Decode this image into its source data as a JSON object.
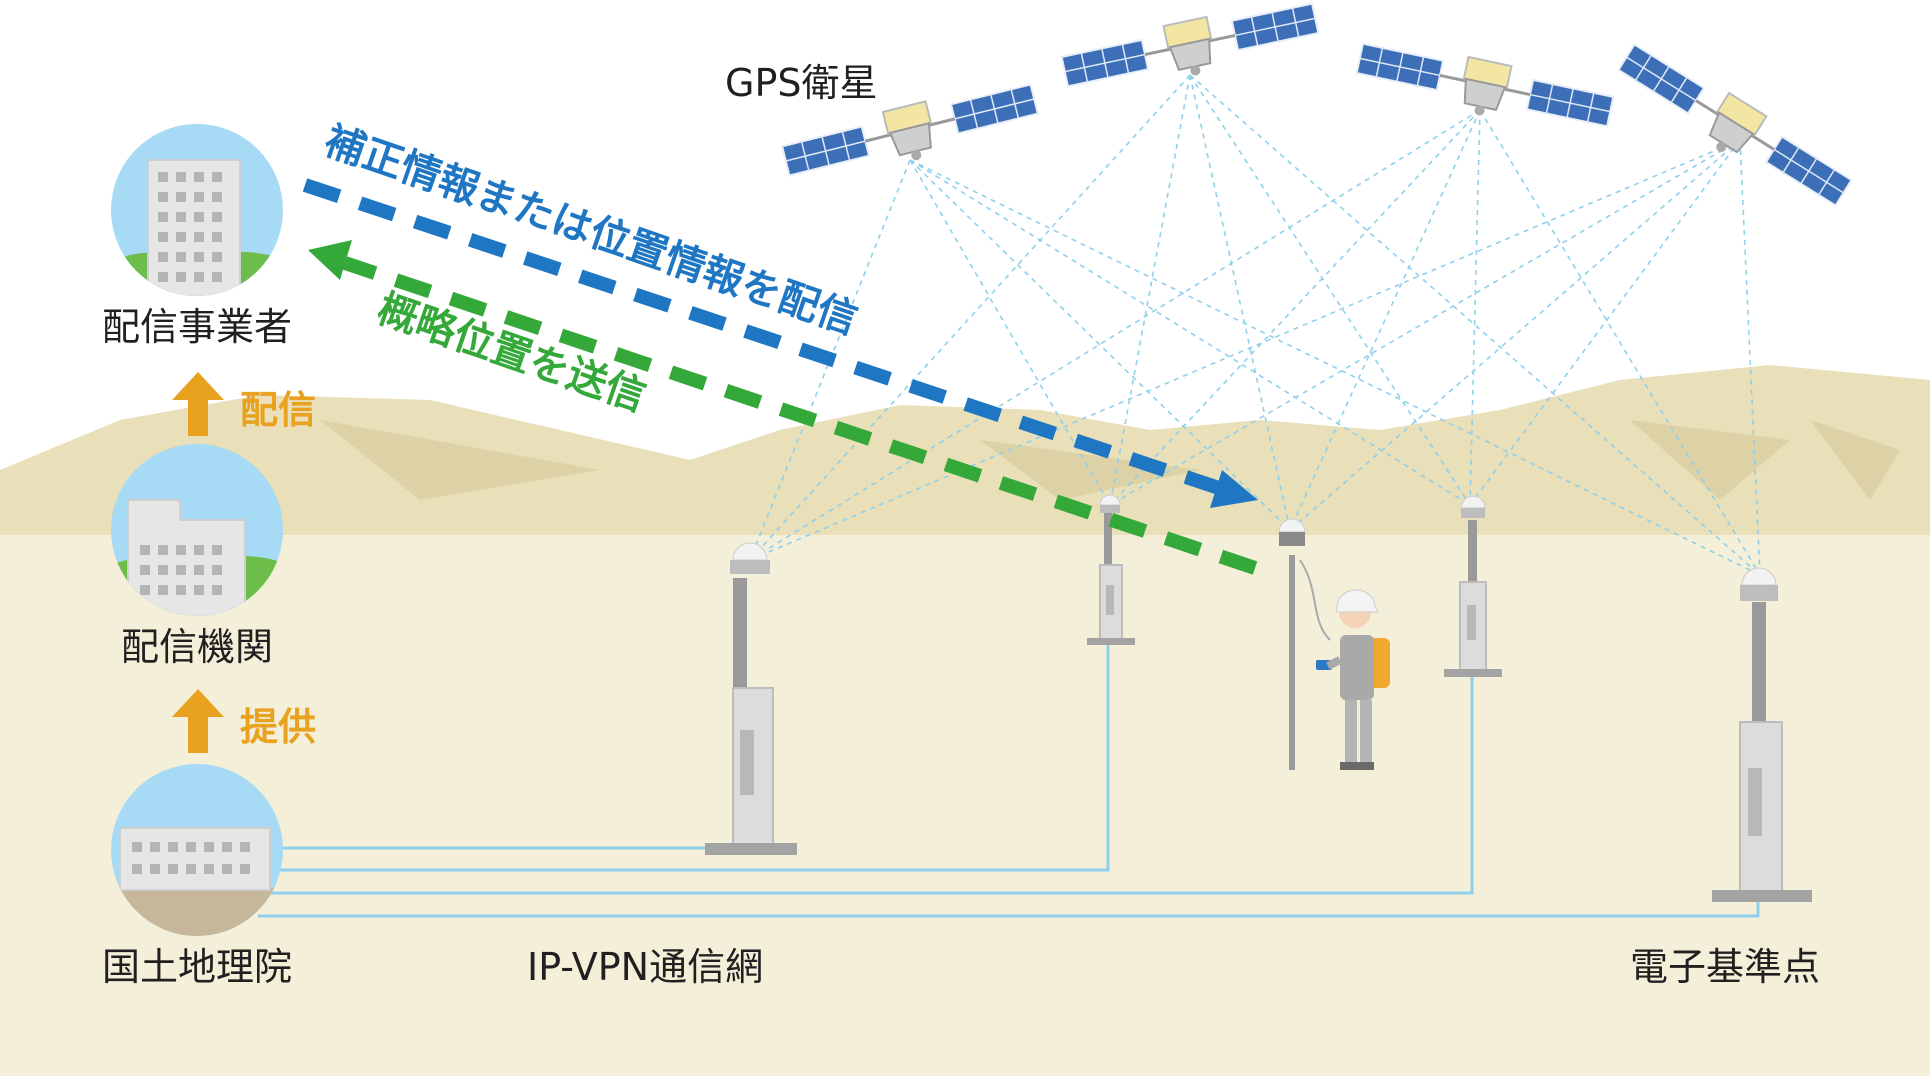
{
  "labels": {
    "gps_satellites": "GPS衛星",
    "distributor": "配信事業者",
    "distribution_agency": "配信機関",
    "gsi": "国土地理院",
    "network": "IP-VPN通信網",
    "reference_station": "電子基準点",
    "arrow_distribute": "配信",
    "arrow_provide": "提供",
    "blue_arrow_text": "補正情報または位置情報を配信",
    "green_arrow_text": "概略位置を送信"
  },
  "colors": {
    "sky": "#ffffff",
    "ground": "#f4efd8",
    "hills": "#e9dfb8",
    "hills_shadow": "#ddd1a6",
    "blue_arrow": "#1f77c4",
    "green_arrow": "#35a83a",
    "orange_arrow": "#e8a21f",
    "signal_line": "#8fd0ec",
    "circle_sky": "#a6daf5",
    "circle_ground": "#6dbd4a",
    "building": "#e6e6e6"
  },
  "icons": {
    "satellite": "satellite-icon",
    "building": "building-icon",
    "station": "reference-station-icon",
    "surveyor": "surveyor-icon"
  }
}
